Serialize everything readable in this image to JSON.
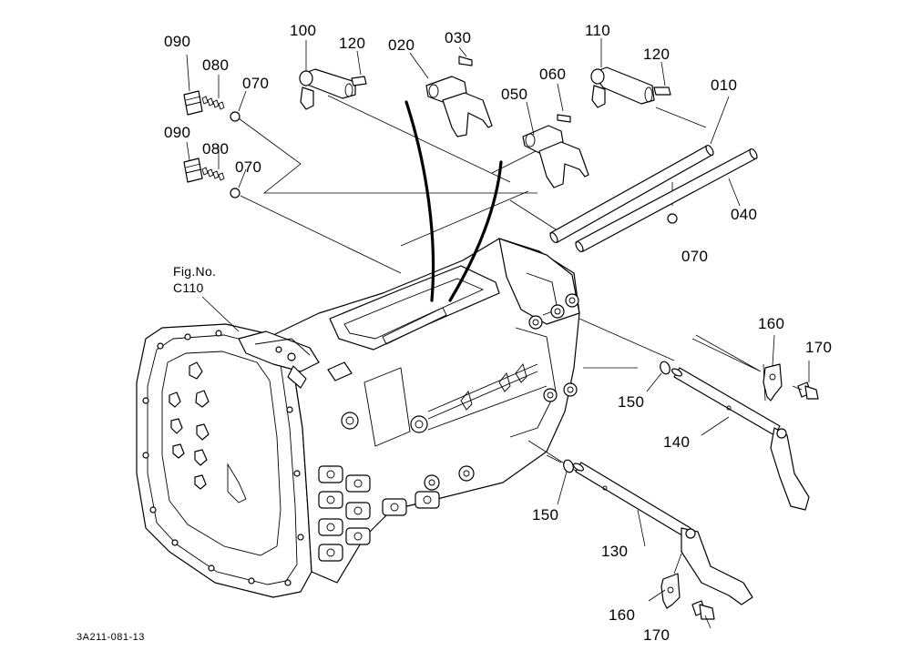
{
  "figure_reference": {
    "line1": "Fig.No.",
    "line2": "C110"
  },
  "drawing_code": "3A211-081-13",
  "callouts": [
    {
      "id": "c090a",
      "text": "090"
    },
    {
      "id": "c080a",
      "text": "080"
    },
    {
      "id": "c070a",
      "text": "070"
    },
    {
      "id": "c090b",
      "text": "090"
    },
    {
      "id": "c080b",
      "text": "080"
    },
    {
      "id": "c070b",
      "text": "070"
    },
    {
      "id": "c100",
      "text": "100"
    },
    {
      "id": "c120a",
      "text": "120"
    },
    {
      "id": "c020",
      "text": "020"
    },
    {
      "id": "c030",
      "text": "030"
    },
    {
      "id": "c060",
      "text": "060"
    },
    {
      "id": "c050",
      "text": "050"
    },
    {
      "id": "c110",
      "text": "110"
    },
    {
      "id": "c120b",
      "text": "120"
    },
    {
      "id": "c010",
      "text": "010"
    },
    {
      "id": "c040",
      "text": "040"
    },
    {
      "id": "c070c",
      "text": "070"
    },
    {
      "id": "c160a",
      "text": "160"
    },
    {
      "id": "c170a",
      "text": "170"
    },
    {
      "id": "c150a",
      "text": "150"
    },
    {
      "id": "c140",
      "text": "140"
    },
    {
      "id": "c150b",
      "text": "150"
    },
    {
      "id": "c130",
      "text": "130"
    },
    {
      "id": "c160b",
      "text": "160"
    },
    {
      "id": "c170b",
      "text": "170"
    }
  ]
}
